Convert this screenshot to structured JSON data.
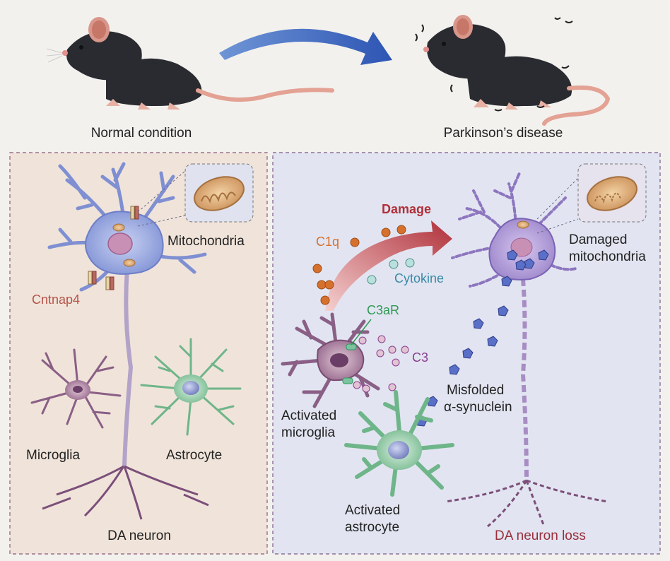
{
  "top": {
    "left_caption": "Normal condition",
    "right_caption": "Parkinson’s disease"
  },
  "left_panel": {
    "mitochondria": "Mitochondria",
    "cntnap4": "Cntnap4",
    "microglia": "Microglia",
    "astrocyte": "Astrocyte",
    "da_neuron": "DA neuron"
  },
  "right_panel": {
    "damage": "Damage",
    "c1q": "C1q",
    "cytokine": "Cytokine",
    "c3ar": "C3aR",
    "c3": "C3",
    "damaged_mito_line1": "Damaged",
    "damaged_mito_line2": "mitochondria",
    "misfolded_line1": "Misfolded",
    "misfolded_line2": "α-synuclein",
    "act_microglia_line1": "Activated",
    "act_microglia_line2": "microglia",
    "act_astrocyte_line1": "Activated",
    "act_astrocyte_line2": "astrocyte",
    "da_neuron_loss": "DA neuron loss"
  },
  "colors": {
    "left_bg": "#f1e6dd",
    "right_bg": "#e3e5f0",
    "neuron_blue": "#8f9fd8",
    "neuron_purple": "#9b88c8",
    "microglia": "#9a6f8e",
    "astrocyte": "#7fc19a",
    "damage_red": "#b0303a",
    "c1q_orange": "#d6712d",
    "cytokine_teal": "#3a8aa8",
    "c3ar_green": "#2f9a55",
    "c3_purple": "#8a3f8e",
    "synuclein": "#5a6fc7",
    "cntnap4_red": "#b5524a"
  }
}
